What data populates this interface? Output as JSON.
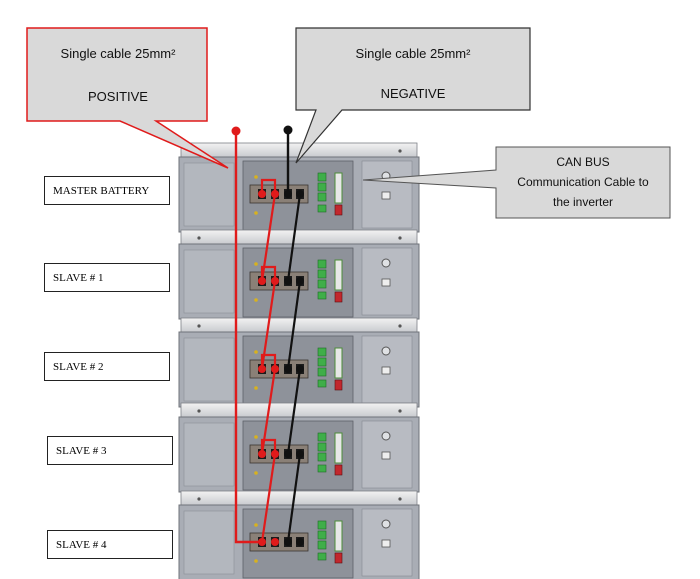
{
  "callouts": {
    "positive": {
      "line1": "Single cable 25mm²",
      "line2": "POSITIVE"
    },
    "negative": {
      "line1": "Single cable 25mm²",
      "line2": "NEGATIVE"
    },
    "canbus": {
      "line1": "CAN BUS",
      "line2": "Communication Cable to",
      "line3": "the inverter"
    }
  },
  "batteries": [
    {
      "label": "MASTER BATTERY"
    },
    {
      "label": "SLAVE # 1"
    },
    {
      "label": "SLAVE # 2"
    },
    {
      "label": "SLAVE # 3"
    },
    {
      "label": "SLAVE # 4"
    }
  ],
  "colors": {
    "positive_cable": "#e01b1b",
    "negative_cable": "#111111",
    "callout_fill": "#d9d9d9",
    "positive_callout_border": "#e01b1b",
    "battery_body": "#a9adb5",
    "battery_panel": "#8e929a",
    "terminal_block": "#8a8077",
    "green_connector": "#3fae49"
  }
}
